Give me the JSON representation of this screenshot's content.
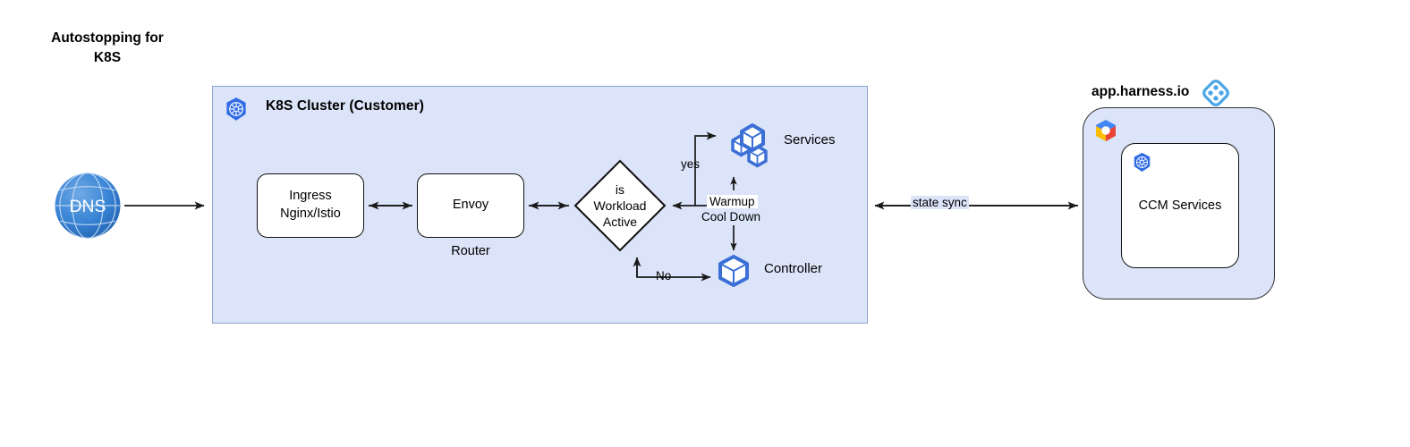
{
  "title": "Autostopping for\nK8S",
  "colors": {
    "cluster_fill": "#dbe4f8",
    "cluster_border": "#8ea5d2",
    "k8s_blue": "#326ce5",
    "harness_blue": "#4da6e8",
    "dns_blue": "#2f7fd0",
    "line": "#1a1a1a",
    "box_fill": "#ffffff"
  },
  "cluster": {
    "title": "K8S Cluster (Customer)",
    "icon": "kubernetes-icon",
    "nodes": {
      "ingress": {
        "label": "Ingress\nNginx/Istio"
      },
      "envoy": {
        "label": "Envoy",
        "sublabel": "Router"
      },
      "decision": {
        "label": "is\nWorkload\nActive"
      },
      "services": {
        "label": "Services",
        "icon": "kubernetes-pods-icon"
      },
      "controller": {
        "label": "Controller",
        "icon": "kubernetes-pod-icon"
      }
    },
    "edge_labels": {
      "yes": "yes",
      "no": "No",
      "warmup": "Warmup",
      "cooldown": "Cool Down"
    }
  },
  "dns": {
    "label": "DNS",
    "icon": "globe-icon"
  },
  "state_sync": {
    "label": "state sync"
  },
  "harness": {
    "title": "app.harness.io",
    "logo": "harness-logo-icon",
    "cloud_icon": "gcp-hexagon-icon",
    "inner": {
      "label": "CCM Services",
      "icon": "kubernetes-icon"
    }
  }
}
